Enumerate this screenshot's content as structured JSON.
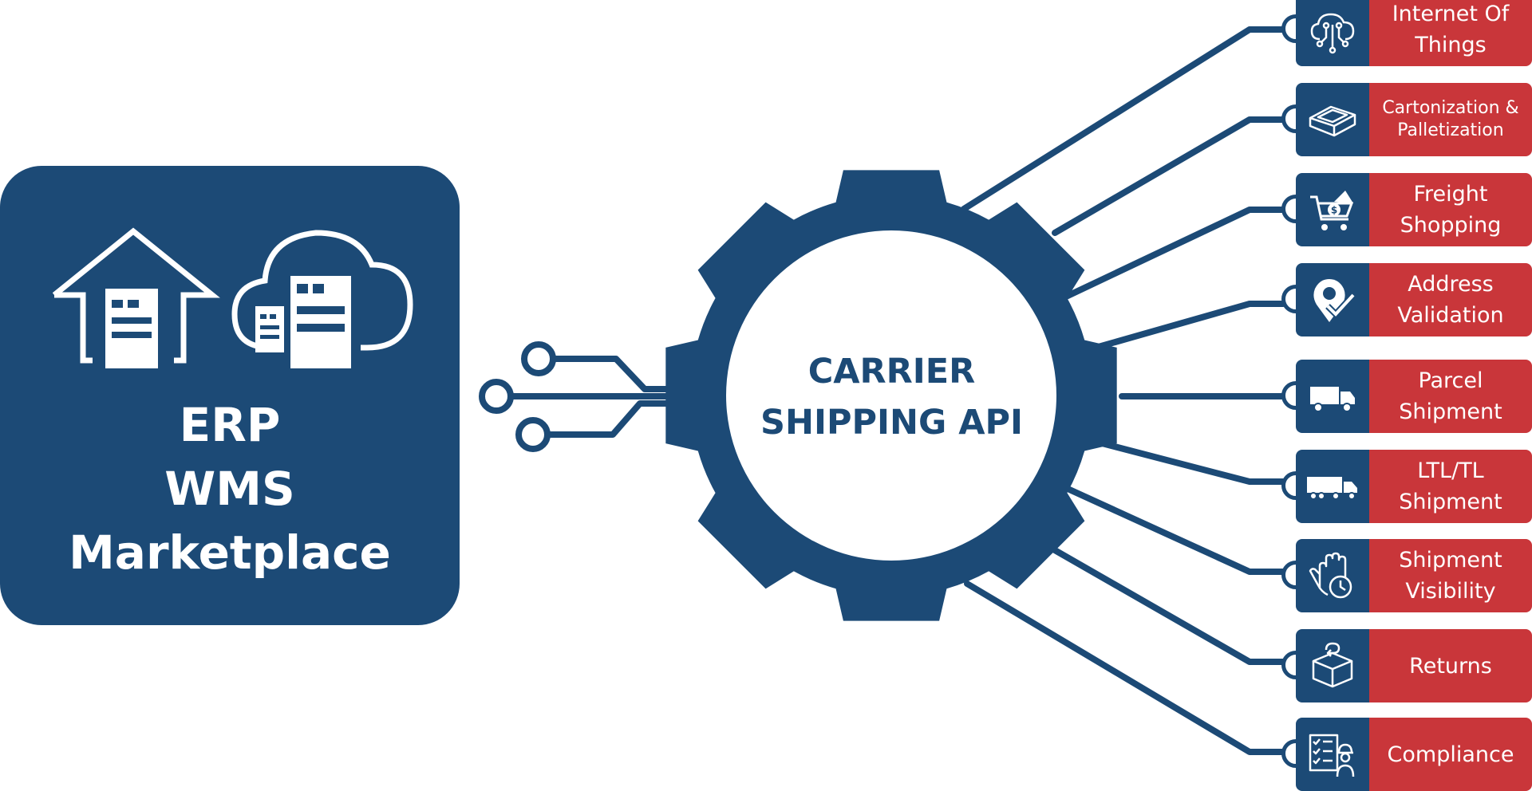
{
  "colors": {
    "navy": "#1c4a76",
    "red": "#c9363a",
    "white": "#ffffff"
  },
  "source": {
    "labels": [
      "ERP",
      "WMS",
      "Marketplace"
    ],
    "icons": [
      "warehouse-icon",
      "cloud-server-icon"
    ]
  },
  "hub": {
    "title_line1": "CARRIER",
    "title_line2": "SHIPPING API",
    "icon": "gear-icon"
  },
  "features": [
    {
      "label": "Internet Of\nThings",
      "icon": "iot-cloud-icon"
    },
    {
      "label": "Cartonization &\nPalletization",
      "icon": "carton-box-icon"
    },
    {
      "label": "Freight\nShopping",
      "icon": "shopping-cart-icon"
    },
    {
      "label": "Address\nValidation",
      "icon": "location-check-icon"
    },
    {
      "label": "Parcel\nShipment",
      "icon": "delivery-van-icon"
    },
    {
      "label": "LTL/TL\nShipment",
      "icon": "freight-truck-icon"
    },
    {
      "label": "Shipment\nVisibility",
      "icon": "hand-clock-icon"
    },
    {
      "label": "Returns",
      "icon": "return-box-icon"
    },
    {
      "label": "Compliance",
      "icon": "compliance-checklist-icon"
    }
  ]
}
